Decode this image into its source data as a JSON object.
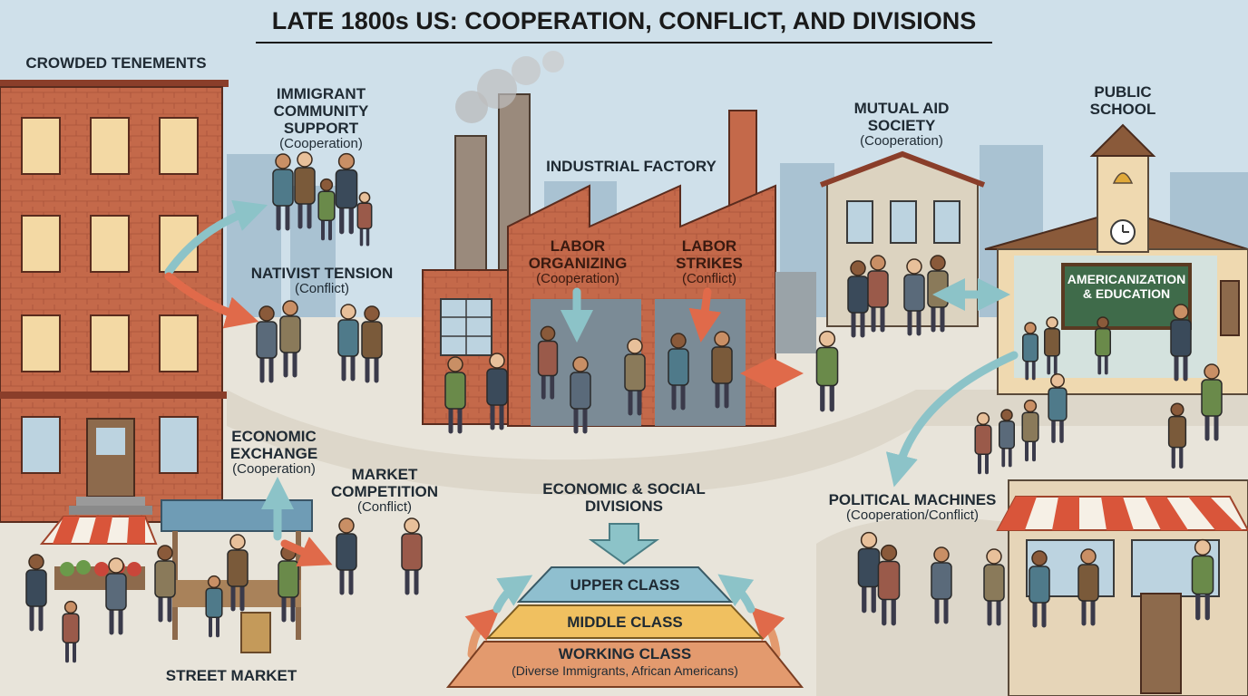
{
  "title": "LATE 1800s US: COOPERATION, CONFLICT, AND DIVISIONS",
  "labels": {
    "tenements": "CROWDED TENEMENTS",
    "immigrant_support": {
      "heading": "IMMIGRANT COMMUNITY SUPPORT",
      "type": "(Cooperation)"
    },
    "nativist": {
      "heading": "NATIVIST TENSION",
      "type": "(Conflict)"
    },
    "factory": "INDUSTRIAL FACTORY",
    "labor_organizing": {
      "heading": "LABOR ORGANIZING",
      "type": "(Cooperation)"
    },
    "labor_strikes": {
      "heading": "LABOR STRIKES",
      "type": "(Conflict)"
    },
    "mutual_aid": {
      "heading": "MUTUAL AID SOCIETY",
      "type": "(Cooperation)"
    },
    "public_school": "PUBLIC SCHOOL",
    "americanization": "AMERICANIZATION & EDUCATION",
    "economic_exchange": {
      "heading": "ECONOMIC EXCHANGE",
      "type": "(Cooperation)"
    },
    "market_competition": {
      "heading": "MARKET COMPETITION",
      "type": "(Conflict)"
    },
    "divisions": "ECONOMIC & SOCIAL DIVISIONS",
    "political_machines": {
      "heading": "POLITICAL MACHINES",
      "type": "(Cooperation/Conflict)"
    },
    "street_market": "STREET MARKET"
  },
  "pyramid": {
    "upper": "UPPER CLASS",
    "middle": "MIDDLE CLASS",
    "working": "WORKING CLASS",
    "working_note": "(Diverse Immigrants, African Americans)"
  },
  "colors": {
    "brick": "#c4694a",
    "sky": "#cfe0ea",
    "upper_tier": "#8fbfcf",
    "middle_tier": "#f0c060",
    "working_tier": "#e39a6e",
    "conflict_arrow": "#e06a4a",
    "cooperation_arrow": "#8cc3c8"
  }
}
